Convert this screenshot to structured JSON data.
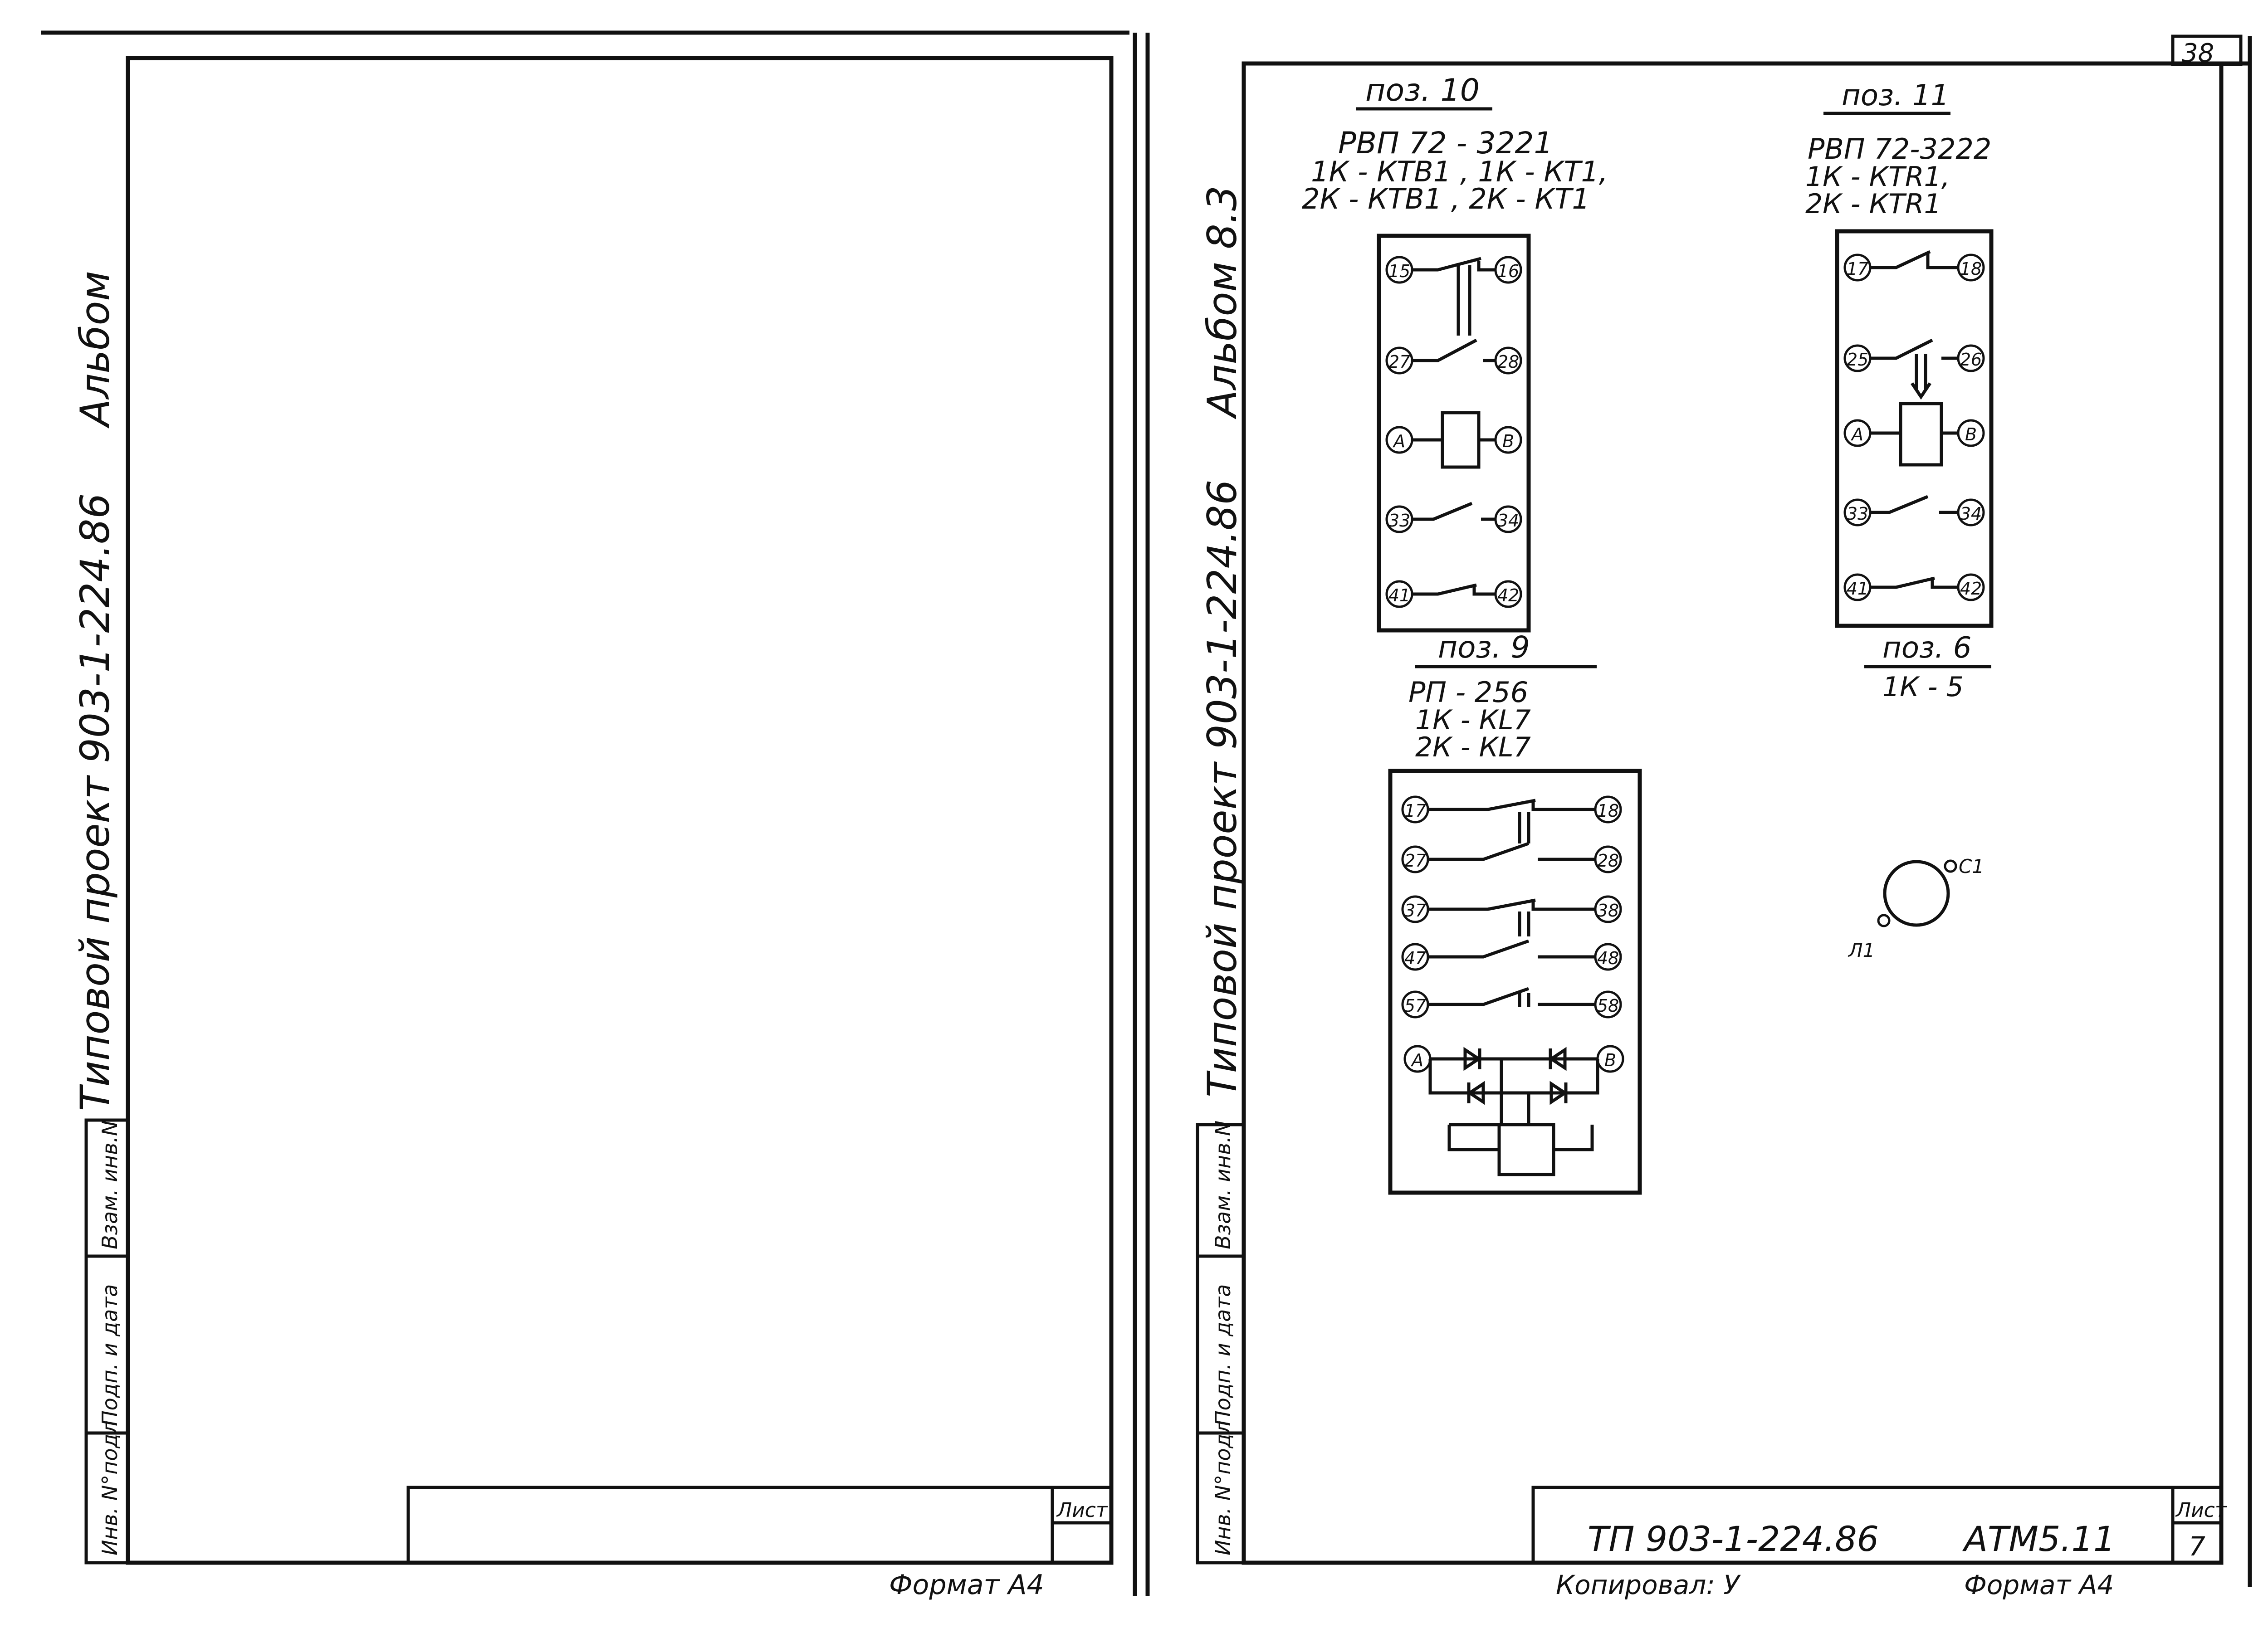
{
  "left_sheet": {
    "side_album": "Альбом",
    "side_project": "Типовой проект  903-1-224.86",
    "stamp": [
      "Инв. N°подл",
      "Подп. и дата",
      "Взам. инв.N"
    ],
    "sheet_label": "Лист",
    "format": "Формат А4"
  },
  "right_sheet": {
    "page_number": "38",
    "side_album": "Альбом 8.3",
    "side_project": "Типовой проект  903-1-224.86",
    "stamp": [
      "Инв. N°подл",
      "Подп. и дата",
      "Взам. инв.N"
    ],
    "sheet_label": "Лист",
    "sheet_number": "7",
    "doc_code": "ТП 903-1-224.86",
    "drawing_code": "АТМ5.11",
    "copied": "Копировал: У",
    "format": "Формат А4"
  },
  "diagram": {
    "pos10": {
      "pos": "поз. 10",
      "type": "РВП 72 - 3221",
      "tags": [
        "1К - КТВ1 , 1К - КТ1,",
        "2К - КТВ1 , 2К - КТ1"
      ],
      "terminals": [
        "15",
        "16",
        "27",
        "28",
        "А",
        "В",
        "33",
        "34",
        "41",
        "42"
      ]
    },
    "pos11": {
      "pos": "поз. 11",
      "type": "РВП 72-3222",
      "tags": [
        "1К - КТR1,",
        "2К - КТR1"
      ],
      "terminals": [
        "17",
        "18",
        "25",
        "26",
        "А",
        "В",
        "33",
        "34",
        "41",
        "42"
      ]
    },
    "pos9": {
      "pos": "поз. 9",
      "type": "РП - 256",
      "tags": [
        "1К - КL7",
        "2К - КL7"
      ],
      "terminals": [
        "17",
        "18",
        "27",
        "28",
        "37",
        "38",
        "47",
        "48",
        "57",
        "58",
        "А",
        "В"
      ]
    },
    "pos6": {
      "pos": "поз. 6",
      "tag": "1К - 5",
      "terminals": [
        "Л1",
        "С1"
      ]
    }
  }
}
